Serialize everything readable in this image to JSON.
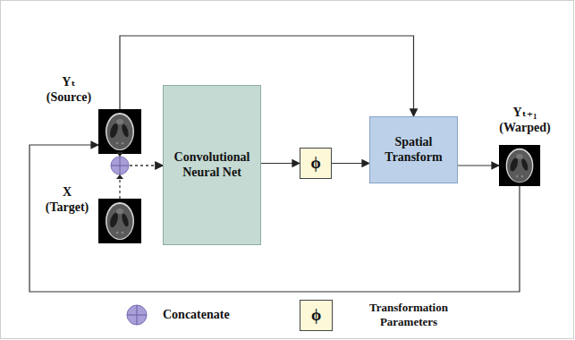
{
  "diagram": {
    "nodes": [
      {
        "text": [
          "Yₜ (Source)"
        ]
      },
      {
        "text": [
          "X (Target)"
        ]
      },
      {
        "text": [
          "Convolutional Neural Net"
        ]
      },
      {
        "text": [
          "ϕ"
        ]
      },
      {
        "text": [
          "Spatial Transform"
        ]
      },
      {
        "text": [
          "Yₜ₊₁ (Warped)"
        ]
      }
    ],
    "edges": [
      {
        "from": 0,
        "to": 2,
        "arrow": "to"
      },
      {
        "from": 1,
        "to": 2,
        "arrow": "to"
      },
      {
        "from": 2,
        "to": 3,
        "arrow": "to"
      },
      {
        "from": 3,
        "to": 4,
        "arrow": "to"
      },
      {
        "from": 0,
        "to": 4,
        "arrow": "to"
      },
      {
        "from": 4,
        "to": 5,
        "arrow": "to"
      },
      {
        "from": 5,
        "to": 0,
        "arrow": "to"
      }
    ],
    "labels": [
      "ϕ"
    ],
    "legend": [
      {
        "text": "Concatenate"
      },
      {
        "text": "Transformation Parameters"
      }
    ]
  }
}
